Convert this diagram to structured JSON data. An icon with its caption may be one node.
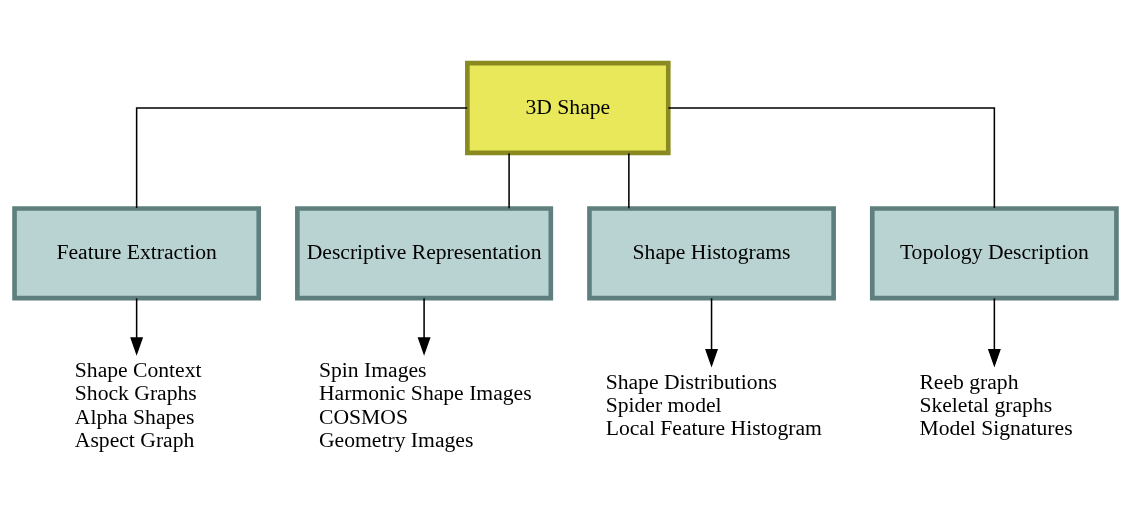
{
  "diagram": {
    "nodes": [
      {
        "text": [
          "3D Shape"
        ]
      },
      {
        "text": [
          "Feature Extraction"
        ]
      },
      {
        "text": [
          "Descriptive Representation"
        ]
      },
      {
        "text": [
          "Shape Histograms"
        ]
      },
      {
        "text": [
          "Topology Description"
        ]
      },
      {
        "text": [
          "Shape Context",
          "Shock Graphs",
          "Alpha Shapes",
          "Aspect Graph"
        ]
      },
      {
        "text": [
          "Spin Images",
          "Harmonic Shape Images",
          "COSMOS",
          "Geometry Images"
        ]
      },
      {
        "text": [
          "Shape Distributions",
          "Spider model",
          "Local Feature Histogram"
        ]
      },
      {
        "text": [
          "Reeb graph",
          "Skeletal graphs",
          "Model Signatures"
        ]
      }
    ],
    "edges": [
      {
        "from": 0,
        "to": 1,
        "arrow": "none"
      },
      {
        "from": 0,
        "to": 2,
        "arrow": "none"
      },
      {
        "from": 0,
        "to": 3,
        "arrow": "none"
      },
      {
        "from": 0,
        "to": 4,
        "arrow": "none"
      },
      {
        "from": 1,
        "to": 5,
        "arrow": "to"
      },
      {
        "from": 2,
        "to": 6,
        "arrow": "to"
      },
      {
        "from": 3,
        "to": 7,
        "arrow": "to"
      },
      {
        "from": 4,
        "to": 8,
        "arrow": "to"
      }
    ]
  }
}
